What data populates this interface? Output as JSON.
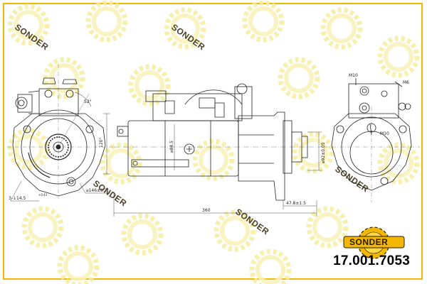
{
  "brand": {
    "name": "SONDER",
    "part_number": "17.001.7053",
    "accent_color": "#f2b705"
  },
  "watermark": {
    "text": "SONDER",
    "color": "#f6ec9c"
  },
  "front_view": {
    "dim_angle": "52°",
    "dim_height": "120°",
    "dim_diameter": "⌀146±0.2",
    "dim_holes": "3-↓14.5",
    "dim_holes_tol": "+0.43"
  },
  "side_view": {
    "dim_body_diameter": "⌀84.5",
    "dim_flange_diameter": "⌀92±0.05",
    "dim_overall_length": "360",
    "dim_flange_offset": "47.8±1.5"
  },
  "rear_view": {
    "label_m10_top": "M10",
    "label_m6": "M6",
    "label_m10_bottom": "M10"
  }
}
